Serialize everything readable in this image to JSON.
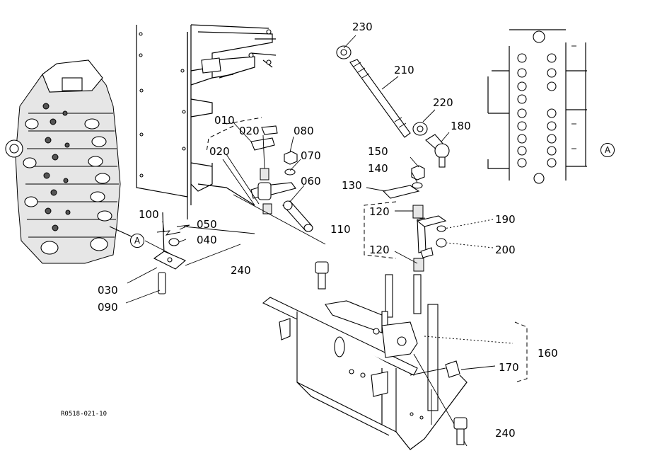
{
  "diagram": {
    "drawing_code": "R0518-021-10",
    "reference_letter": "A",
    "callouts": {
      "p010": "010",
      "p020a": "020",
      "p020b": "020",
      "p030": "030",
      "p040": "040",
      "p050": "050",
      "p060": "060",
      "p070": "070",
      "p080": "080",
      "p090": "090",
      "p100": "100",
      "p110": "110",
      "p120a": "120",
      "p120b": "120",
      "p130": "130",
      "p140": "140",
      "p150": "150",
      "p160": "160",
      "p170": "170",
      "p180": "180",
      "p190": "190",
      "p200": "200",
      "p210": "210",
      "p220": "220",
      "p230": "230",
      "p240a": "240",
      "p240b": "240"
    }
  }
}
